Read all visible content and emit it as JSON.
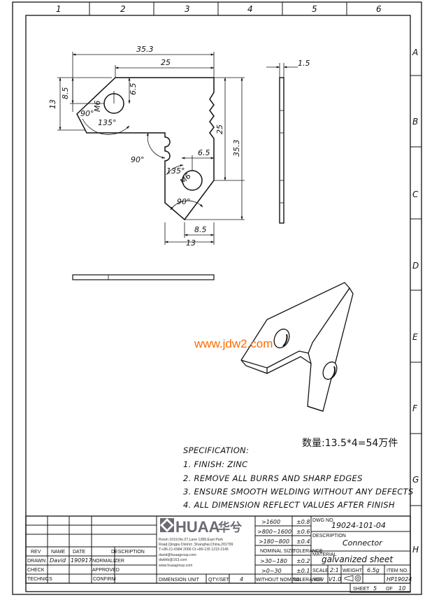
{
  "columns": [
    "1",
    "2",
    "3",
    "4",
    "5",
    "6"
  ],
  "rows": [
    "A",
    "B",
    "C",
    "D",
    "E",
    "F",
    "G",
    "H"
  ],
  "dims": {
    "d35_3_top": "35.3",
    "d25_top": "25",
    "d1_5": "1.5",
    "d13_left": "13",
    "d8_5_left": "8.5",
    "d6_5_a": "6.5",
    "m6_a": "M6",
    "a90_a": "90°",
    "a135_a": "135°",
    "a90_mid": "90°",
    "d25_right": "25",
    "d35_3_right": "35.3",
    "d6_5_b": "6.5",
    "a135_b": "135°",
    "m6_b": "M6",
    "a90_b": "90°",
    "d8_5_bot": "8.5",
    "d13_bot": "13"
  },
  "watermark": "www.jdw2.com",
  "quantity": "数量:13.5*4=54万件",
  "spec": {
    "title": "SPECIFICATION:",
    "items": [
      "1. FINISH:  ZINC",
      "2. REMOVE ALL BURRS AND SHARP EDGES",
      "3. ENSURE SMOOTH WELDING WITHOUT ANY DEFECTS",
      "4. ALL DIMENSION REFLECT VALUES AFTER FINISH"
    ]
  },
  "title_block": {
    "rev": "REV",
    "name": "NAME",
    "date": "DATE",
    "description": "DESCRIPTION",
    "drawn": "DRAWN",
    "drawn_name": "David",
    "drawn_date": "190917",
    "normalizer": "NORMALIZER",
    "check": "CHECK",
    "approved": "APPROVED",
    "technics": "TECHNICS",
    "confirm": "CONFIRM",
    "logo": "HUAA",
    "logo_cn": "华兮",
    "address1": "Room 1619,No.27,Lane 1289,East Park",
    "address2": "Road,Qingpu District ,Shanghai,China,201799",
    "phone": "T:+86-21-6984 2006        Ct:+86-135 1219 2145",
    "email1": "david@huaagroup.com",
    "email2": "dwbhb@163.com",
    "web": "www.huaagroup.com",
    "dimension_unit": "DIMENSION UNIT",
    "qty_set": "QTY/SET",
    "qty_value": "4",
    "tol_ranges": [
      ">1600",
      ">800~1600",
      ">180~800",
      ">30~180",
      ">0~30"
    ],
    "tol_values": [
      "±0.8",
      "±0.6",
      "±0.4",
      "±0.2",
      "±0.1"
    ],
    "nominal_size": "NOMINAL SIZE",
    "tolerance": "TOLERANCE",
    "without_nominal": "WITHOUT NOMINAL",
    "tolerance2": "TOLERANCE",
    "dwg_no_label": "DWG NO.",
    "dwg_no": "19024-101-04",
    "description_label": "DESCRIPTION",
    "description_value": "Connector",
    "material_label": "MATERIAL",
    "material_value": "galvanized sheet",
    "scale_label": "SCALE",
    "scale_value": "2:1",
    "weight_label": "WEIGHT",
    "weight_value": "6.5g",
    "item_no_label": "ITEM NO.",
    "rev_label": "REV",
    "rev_value": "V1.0",
    "item_no": "HP19024",
    "sheet": "SHEET",
    "sheet_no": "5",
    "of": "OF",
    "sheet_total": "10"
  }
}
